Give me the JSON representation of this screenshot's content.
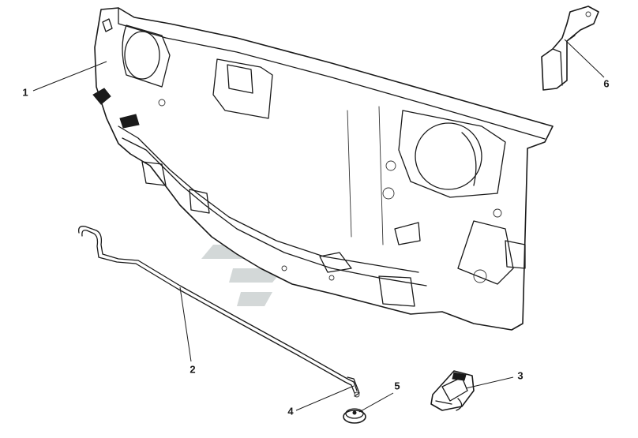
{
  "colors": {
    "line": "#1a1a1a",
    "background": "#ffffff",
    "watermark": "#cfd4d4"
  },
  "watermark": "logo-stylized-chevron-stripes",
  "callouts": [
    {
      "id": "1",
      "label": "1",
      "part": "front-panel"
    },
    {
      "id": "2",
      "label": "2",
      "part": "hood-release-rod"
    },
    {
      "id": "3",
      "label": "3",
      "part": "hood-lock"
    },
    {
      "id": "4",
      "label": "4",
      "part": "rod-end-clip"
    },
    {
      "id": "5",
      "label": "5",
      "part": "rubber-bumper"
    },
    {
      "id": "6",
      "label": "6",
      "part": "side-bracket"
    }
  ]
}
